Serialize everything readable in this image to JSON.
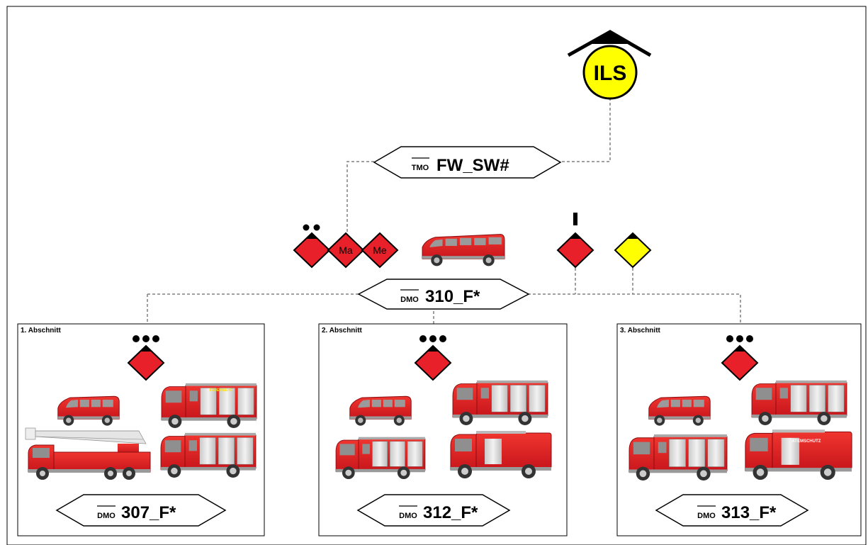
{
  "ils": {
    "label": "ILS"
  },
  "tmo": {
    "prefix": "TMO",
    "name": "FW_SW#"
  },
  "command": {
    "prefix": "DMO",
    "name": "310_F*",
    "signs": {
      "ma": "Ma",
      "me": "Me"
    }
  },
  "sections": [
    {
      "label": "1. Abschnitt",
      "prefix": "DMO",
      "name": "307_F*"
    },
    {
      "label": "2. Abschnitt",
      "prefix": "DMO",
      "name": "312_F*"
    },
    {
      "label": "3. Abschnitt",
      "prefix": "DMO",
      "name": "313_F*"
    }
  ],
  "vehicle_texts": {
    "feuerwehr": "FEUERWEHR",
    "atemschutz": "ATEMSCHUTZ"
  },
  "colors": {
    "fire_red": "#e8202a",
    "dark_red": "#b01018",
    "ils_yellow": "#ffff00",
    "line_gray": "#808080"
  }
}
